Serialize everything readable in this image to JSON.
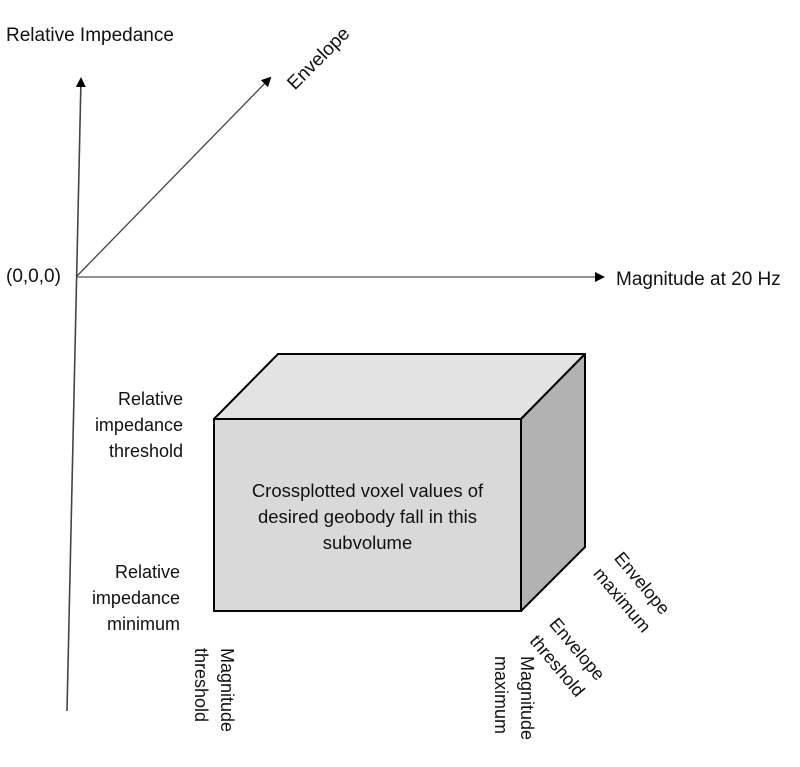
{
  "diagram": {
    "axes": {
      "vertical": {
        "label": "Relative Impedance"
      },
      "diagonal": {
        "label": "Envelope"
      },
      "horizontal": {
        "label": "Magnitude at 20 Hz"
      },
      "origin": {
        "label": "(0,0,0)"
      }
    },
    "subvolume": {
      "caption_lines": [
        "Crossplotted voxel values of",
        "desired geobody fall in this",
        "subvolume"
      ],
      "colors": {
        "front": "#d9d9d9",
        "top": "#e3e3e3",
        "side": "#b2b2b2",
        "edge": "#000000"
      }
    },
    "bound_labels": {
      "impedance_threshold": [
        "Relative",
        "impedance",
        "threshold"
      ],
      "impedance_minimum": [
        "Relative",
        "impedance",
        "minimum"
      ],
      "magnitude_threshold": [
        "Magnitude",
        "threshold"
      ],
      "magnitude_maximum": [
        "Magnitude",
        "maximum"
      ],
      "envelope_threshold": [
        "Envelope",
        "threshold"
      ],
      "envelope_maximum": [
        "Envelope",
        "maximum"
      ]
    }
  }
}
